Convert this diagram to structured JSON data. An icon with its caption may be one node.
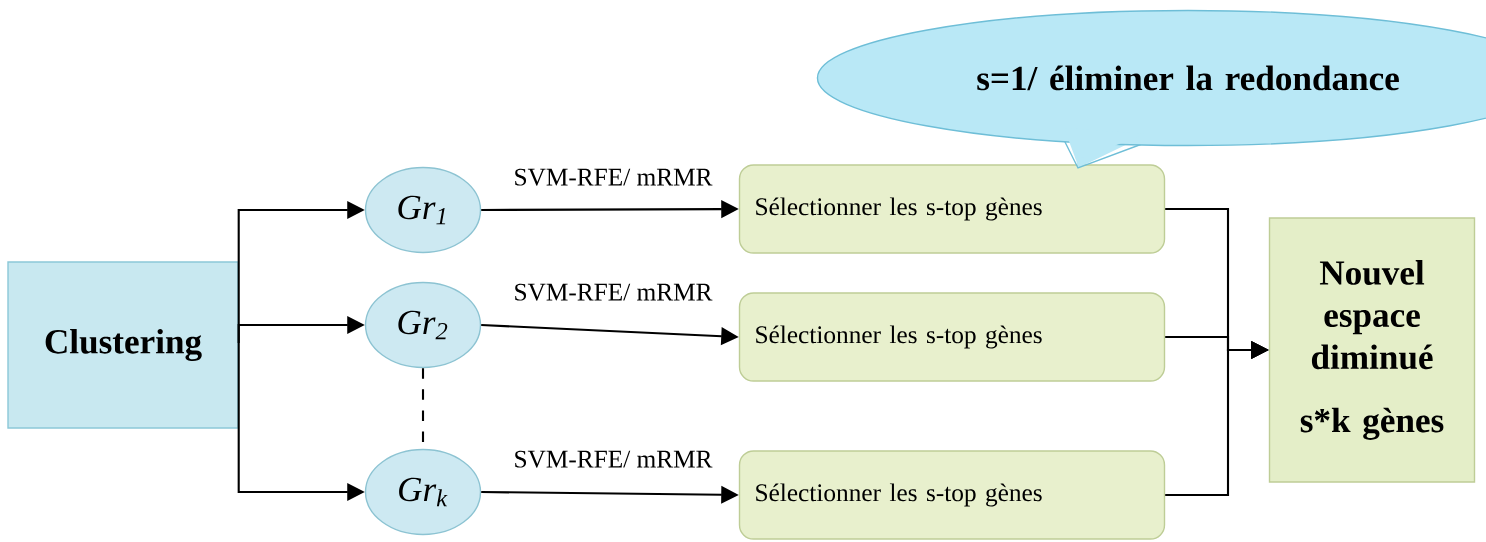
{
  "diagram": {
    "nodes": [
      {
        "text": [
          "Clustering"
        ]
      },
      {
        "text": [
          "Gr$_{1}$"
        ]
      },
      {
        "text": [
          "Gr$_{2}$"
        ]
      },
      {
        "text": [
          "Gr$_{k}$"
        ]
      },
      {
        "text": [
          "Sélectionner les s-top gènes"
        ]
      },
      {
        "text": [
          "Sélectionner les s-top gènes"
        ]
      },
      {
        "text": [
          "Sélectionner les s-top gènes"
        ]
      },
      {
        "text": [
          "Nouvel espace diminué",
          "s*k gènes"
        ]
      },
      {
        "text": [
          "s=1/ éliminer la redondance"
        ]
      }
    ],
    "edges": [
      {
        "from": 0,
        "to": 1,
        "arrow": "to"
      },
      {
        "from": 0,
        "to": 2,
        "arrow": "to"
      },
      {
        "from": 0,
        "to": 3,
        "arrow": "to"
      },
      {
        "from": 1,
        "to": 4,
        "arrow": "to",
        "label": "SVM-RFE/ mRMR"
      },
      {
        "from": 2,
        "to": 5,
        "arrow": "to",
        "label": "SVM-RFE/ mRMR"
      },
      {
        "from": 3,
        "to": 6,
        "arrow": "to",
        "label": "SVM-RFE/ mRMR"
      },
      {
        "from": 2,
        "to": 3,
        "arrow": "none",
        "style": "dashed"
      },
      {
        "from": 4,
        "to": 7,
        "arrow": "to"
      },
      {
        "from": 5,
        "to": 7,
        "arrow": "to"
      },
      {
        "from": 6,
        "to": 7,
        "arrow": "to"
      }
    ]
  }
}
